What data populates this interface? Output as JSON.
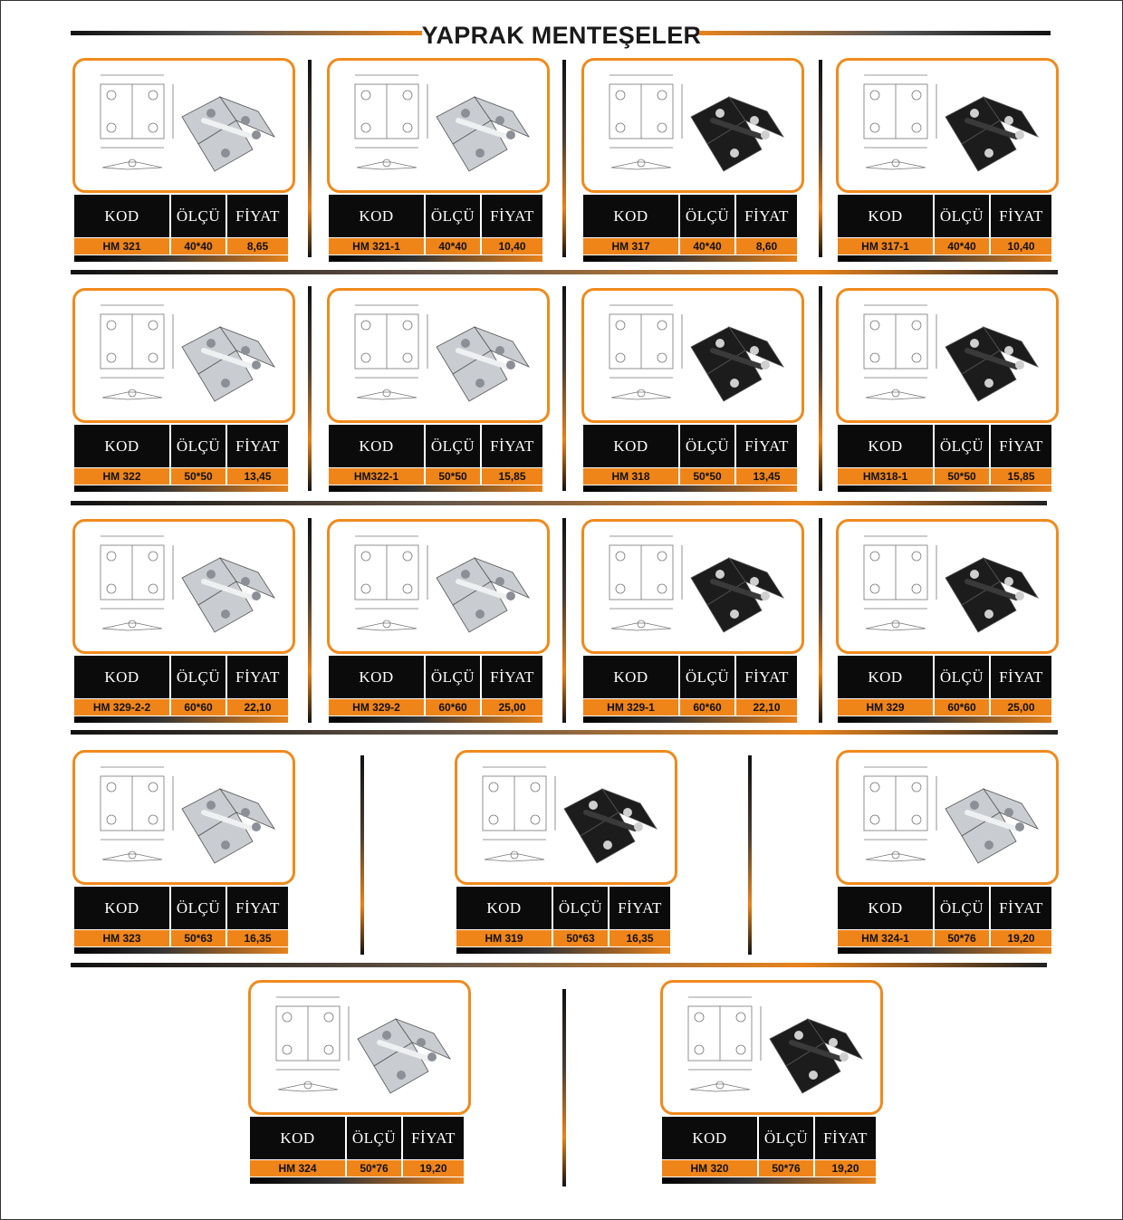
{
  "page": {
    "title": "YAPRAK MENTEŞELER"
  },
  "headers": {
    "kod": "KOD",
    "olcu": "ÖLÇÜ",
    "fiyat": "FİYAT"
  },
  "products": [
    {
      "kod": "HM 321",
      "olcu": "40*40",
      "fiyat": "8,65",
      "finish": "silver"
    },
    {
      "kod": "HM 321-1",
      "olcu": "40*40",
      "fiyat": "10,40",
      "finish": "silver"
    },
    {
      "kod": "HM 317",
      "olcu": "40*40",
      "fiyat": "8,60",
      "finish": "black"
    },
    {
      "kod": "HM 317-1",
      "olcu": "40*40",
      "fiyat": "10,40",
      "finish": "black"
    },
    {
      "kod": "HM 322",
      "olcu": "50*50",
      "fiyat": "13,45",
      "finish": "silver"
    },
    {
      "kod": "HM322-1",
      "olcu": "50*50",
      "fiyat": "15,85",
      "finish": "silver"
    },
    {
      "kod": "HM 318",
      "olcu": "50*50",
      "fiyat": "13,45",
      "finish": "black"
    },
    {
      "kod": "HM318-1",
      "olcu": "50*50",
      "fiyat": "15,85",
      "finish": "black"
    },
    {
      "kod": "HM 329-2-2",
      "olcu": "60*60",
      "fiyat": "22,10",
      "finish": "silver"
    },
    {
      "kod": "HM 329-2",
      "olcu": "60*60",
      "fiyat": "25,00",
      "finish": "silver"
    },
    {
      "kod": "HM 329-1",
      "olcu": "60*60",
      "fiyat": "22,10",
      "finish": "black"
    },
    {
      "kod": "HM 329",
      "olcu": "60*60",
      "fiyat": "25,00",
      "finish": "black"
    },
    {
      "kod": "HM 323",
      "olcu": "50*63",
      "fiyat": "16,35",
      "finish": "silver"
    },
    {
      "kod": "HM 319",
      "olcu": "50*63",
      "fiyat": "16,35",
      "finish": "black"
    },
    {
      "kod": "HM 324-1",
      "olcu": "50*76",
      "fiyat": "19,20",
      "finish": "silver"
    },
    {
      "kod": "HM 324",
      "olcu": "50*76",
      "fiyat": "19,20",
      "finish": "silver"
    },
    {
      "kod": "HM 320",
      "olcu": "50*76",
      "fiyat": "19,20",
      "finish": "black"
    }
  ],
  "colors": {
    "accent": "#ef8419",
    "header_bg": "#0b0b0b",
    "silver": "#c9ccd0",
    "black": "#1c1c1c"
  }
}
